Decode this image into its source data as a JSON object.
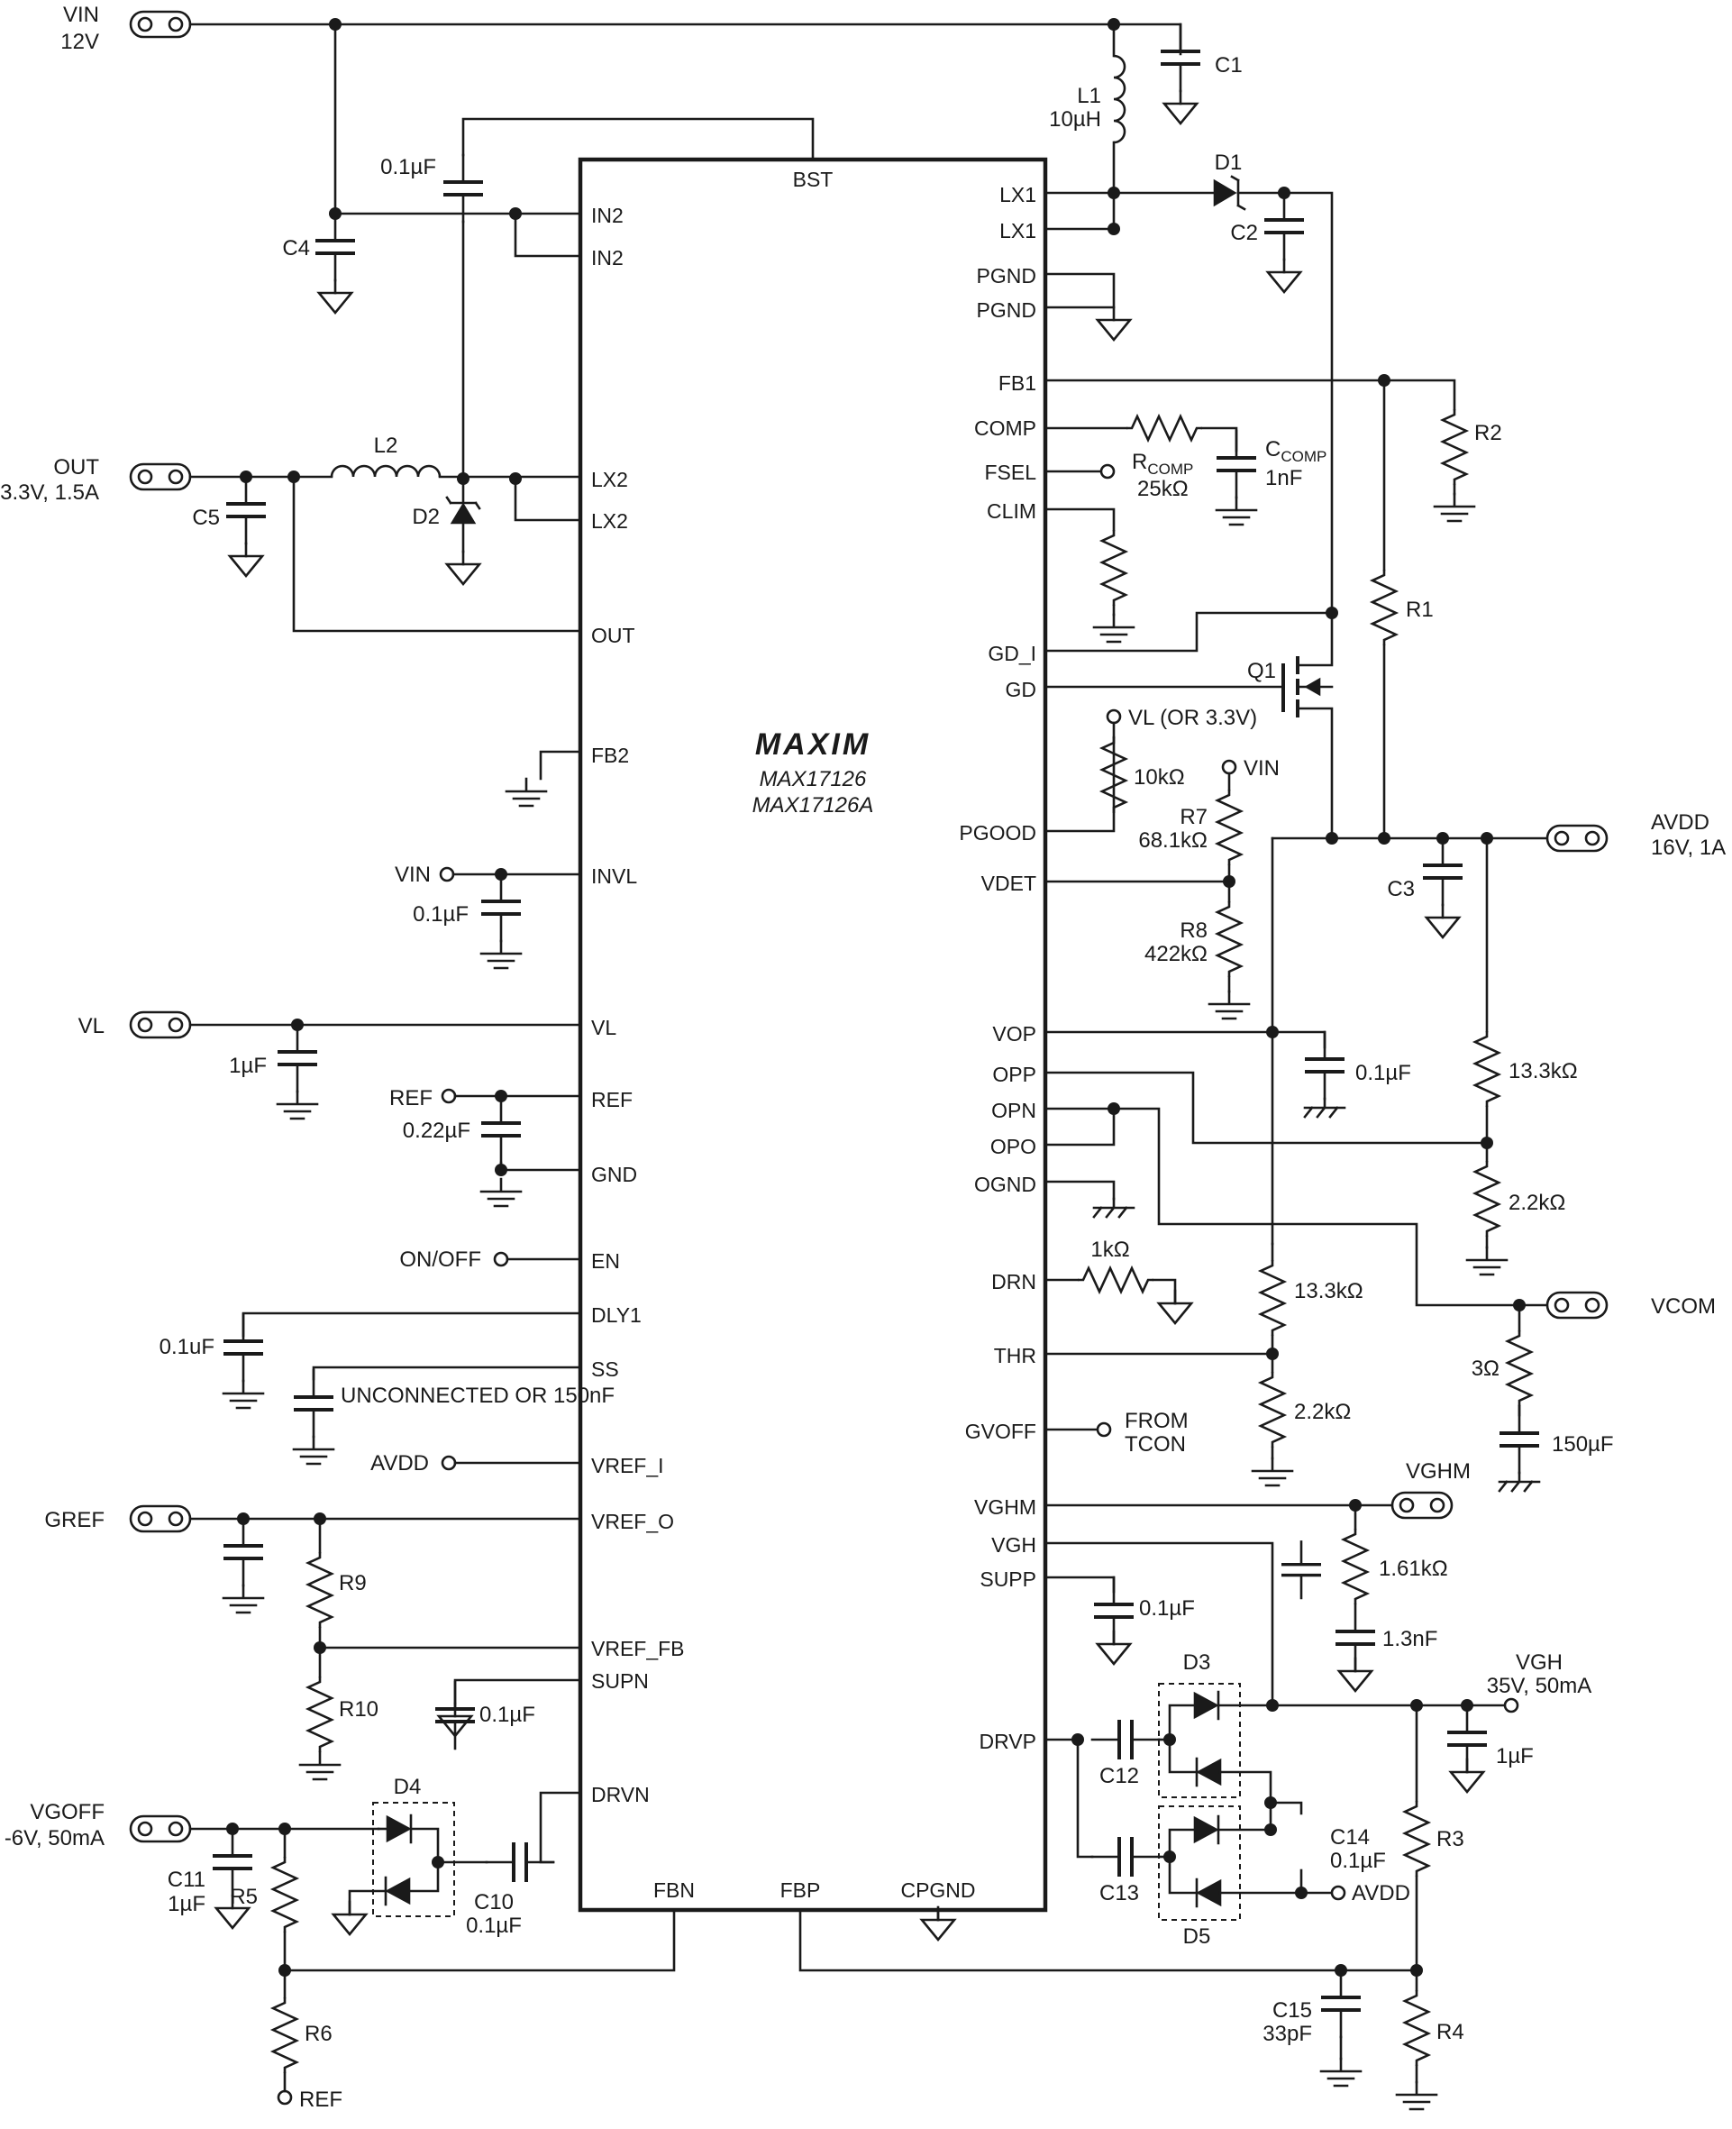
{
  "ic": {
    "brand": "MAXIM",
    "parts": [
      "MAX17126",
      "MAX17126A"
    ],
    "left_pins": [
      "IN2",
      "IN2",
      "LX2",
      "LX2",
      "OUT",
      "FB2",
      "INVL",
      "VL",
      "REF",
      "GND",
      "EN",
      "DLY1",
      "SS",
      "VREF_I",
      "VREF_O",
      "VREF_FB",
      "SUPN",
      "DRVN"
    ],
    "right_pins": [
      "LX1",
      "LX1",
      "PGND",
      "PGND",
      "FB1",
      "COMP",
      "FSEL",
      "CLIM",
      "GD_I",
      "GD",
      "PGOOD",
      "VDET",
      "VOP",
      "OPP",
      "OPN",
      "OPO",
      "OGND",
      "DRN",
      "THR",
      "GVOFF",
      "VGHM",
      "VGH",
      "SUPP",
      "DRVP"
    ],
    "top_pins": [
      "BST"
    ],
    "bottom_pins": [
      "FBN",
      "FBP",
      "CPGND"
    ]
  },
  "connectors": [
    {
      "name": "VIN",
      "detail": "12V"
    },
    {
      "name": "OUT",
      "detail": "3.3V, 1.5A"
    },
    {
      "name": "VL",
      "detail": ""
    },
    {
      "name": "GREF",
      "detail": ""
    },
    {
      "name": "VGOFF",
      "detail": "-6V, 50mA"
    },
    {
      "name": "AVDD",
      "detail": "16V, 1A"
    },
    {
      "name": "VCOM",
      "detail": ""
    },
    {
      "name": "VGHM",
      "detail": ""
    }
  ],
  "nodes": {
    "vin_invl": "VIN",
    "ref_pin": "REF",
    "on_off": "ON/OFF",
    "avdd_vref": "AVDD",
    "vl_pgood": "VL (OR 3.3V)",
    "vin_r7": "VIN",
    "from_tcon": [
      "FROM",
      "TCON"
    ],
    "avdd_c14": "AVDD",
    "ref_r6": "REF",
    "vgh_out": [
      "VGH",
      "35V, 50mA"
    ]
  },
  "components": {
    "L1": [
      "L1",
      "10µH"
    ],
    "C1": "C1",
    "D1": "D1",
    "C2": "C2",
    "C_bst": "0.1µF",
    "C4": "C4",
    "L2": "L2",
    "D2": "D2",
    "C5": "C5",
    "R2": "R2",
    "R1": "R1",
    "Rcomp_name": "R",
    "Rcomp_sub": "COMP",
    "Rcomp_value": "25kΩ",
    "Ccomp_name": "C",
    "Ccomp_sub": "COMP",
    "Ccomp_value": "1nF",
    "Q1": "Q1",
    "R_pgood": "10kΩ",
    "R7": [
      "R7",
      "68.1kΩ"
    ],
    "R8": [
      "R8",
      "422kΩ"
    ],
    "C3": "C3",
    "C_invl": "0.1µF",
    "C_vl": "1µF",
    "C_ref": "0.22µF",
    "C_dly1": "0.1uF",
    "C_ss": "UNCONNECTED OR 150nF",
    "R9": "R9",
    "R10": "R10",
    "C_supn": "0.1µF",
    "D4": "D4",
    "C10": [
      "C10",
      "0.1µF"
    ],
    "C11": [
      "C11",
      "1µF"
    ],
    "R5": "R5",
    "R6": "R6",
    "C_vop": "0.1µF",
    "R_opp_top": "13.3kΩ",
    "R_opp_bot": "2.2kΩ",
    "R_drn": "1kΩ",
    "R_thr_top": "13.3kΩ",
    "R_thr_bot": "2.2kΩ",
    "R_vcom": "3Ω",
    "C_vcom": "150µF",
    "R_vghm": "1.61kΩ",
    "C_vghm": "1.3nF",
    "C_supp": "0.1µF",
    "D3": "D3",
    "D5": "D5",
    "C12": "C12",
    "C13": "C13",
    "C14": [
      "C14",
      "0.1µF"
    ],
    "C_vgh": "1µF",
    "R3": "R3",
    "R4": "R4",
    "C15": [
      "C15",
      "33pF"
    ]
  }
}
